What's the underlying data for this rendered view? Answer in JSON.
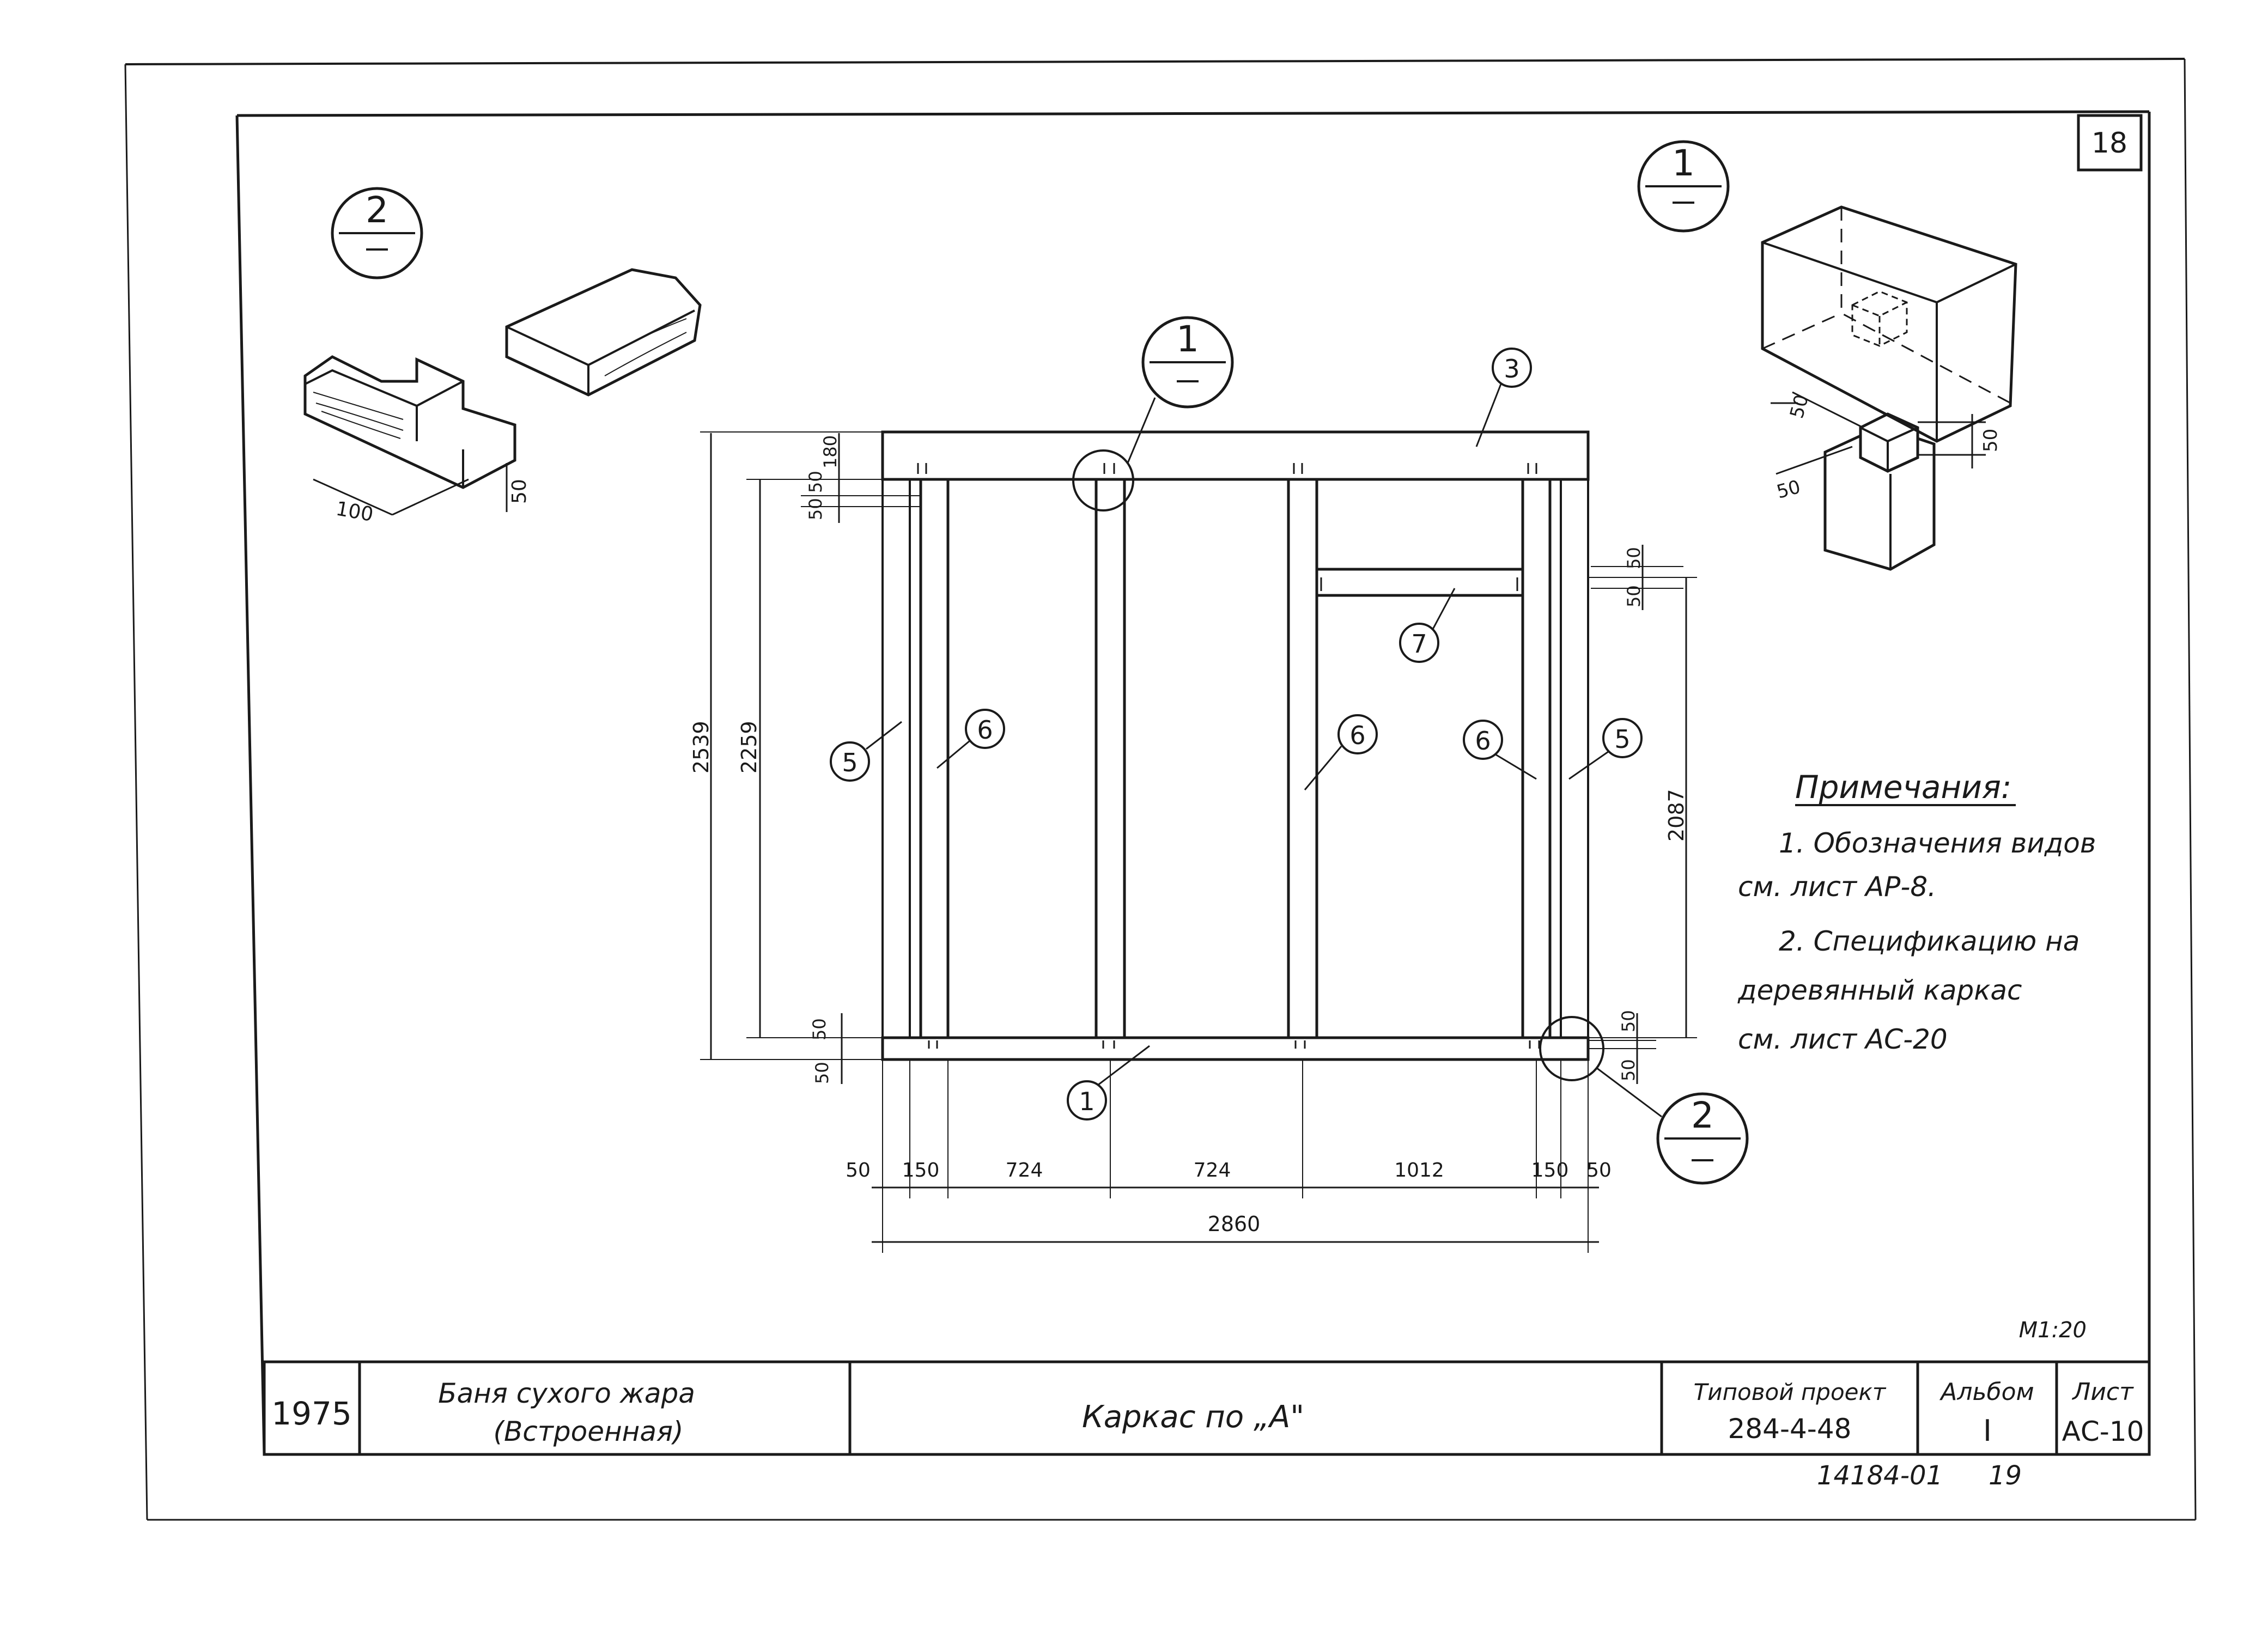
{
  "sheet": {
    "sheet_number": "18",
    "scale": "М1:20",
    "bottom_note": "14184-01",
    "bottom_page": "19"
  },
  "callouts": {
    "c1_top_left_view": "2",
    "c2_top_right_view": "1",
    "c3_frame_top": "1",
    "c4_frame_corner": "2"
  },
  "positions": {
    "p1": "1",
    "p3": "3",
    "p5_left": "5",
    "p5_right": "5",
    "p6_a": "6",
    "p6_b": "6",
    "p6_c": "6",
    "p7": "7"
  },
  "dimensions": {
    "overall_height": "2539",
    "inner_height": "2259",
    "right_height": "2087",
    "top_180": "180",
    "top_50a": "50",
    "top_50b": "50",
    "right_50a": "50",
    "right_50b": "50",
    "bottom_left_50a": "50",
    "bottom_left_50b": "50",
    "bottom_right_50a": "50",
    "bottom_right_50b": "50",
    "bottom_row": [
      "50",
      "150",
      "724",
      "724",
      "1012",
      "150",
      "50"
    ],
    "overall_width": "2860",
    "detail2_100": "100",
    "detail2_50": "50",
    "detail1_50a": "50",
    "detail1_50b": "50",
    "detail1_50c": "50"
  },
  "notes": {
    "title": "Примечания:",
    "line1": "1. Обозначения видов",
    "line2": "см. лист  АР-8.",
    "line3": "2. Спецификацию на",
    "line4": "деревянный  каркас",
    "line5": "см. лист  АС-20"
  },
  "title_block": {
    "year": "1975",
    "name_line1": "Баня  сухого  жара",
    "name_line2": "(Встроенная)",
    "drawing_title": "Каркас  по „А\"",
    "project_label": "Типовой проект",
    "project_number": "284-4-48",
    "album_label": "Альбом",
    "album_value": "I",
    "sheet_label": "Лист",
    "sheet_value": "АС-10"
  }
}
